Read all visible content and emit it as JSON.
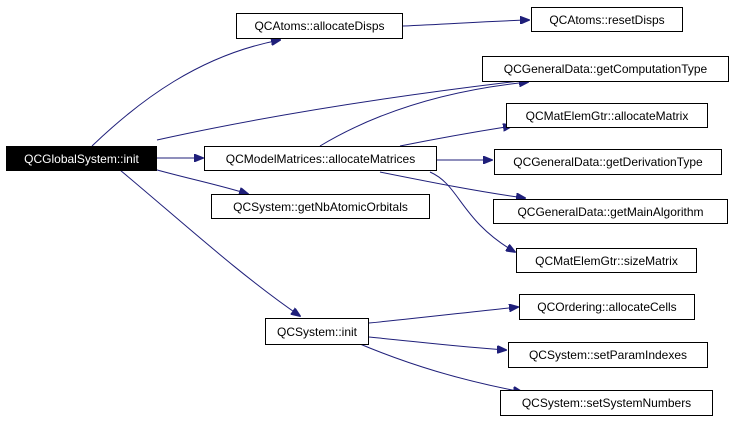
{
  "nodes": {
    "root": "QCGlobalSystem::init",
    "allocate_disps": "QCAtoms::allocateDisps",
    "reset_disps": "QCAtoms::resetDisps",
    "get_computation_type": "QCGeneralData::getComputationType",
    "allocate_matrix": "QCMatElemGtr::allocateMatrix",
    "allocate_matrices": "QCModelMatrices::allocateMatrices",
    "get_derivation_type": "QCGeneralData::getDerivationType",
    "get_nb_atomic_orbitals": "QCSystem::getNbAtomicOrbitals",
    "get_main_algorithm": "QCGeneralData::getMainAlgorithm",
    "size_matrix": "QCMatElemGtr::sizeMatrix",
    "system_init": "QCSystem::init",
    "allocate_cells": "QCOrdering::allocateCells",
    "set_param_indexes": "QCSystem::setParamIndexes",
    "set_system_numbers": "QCSystem::setSystemNumbers"
  },
  "colors": {
    "edge": "#1f1f7a",
    "root_fill": "#000000",
    "root_text": "#ffffff",
    "node_border": "#000000"
  }
}
